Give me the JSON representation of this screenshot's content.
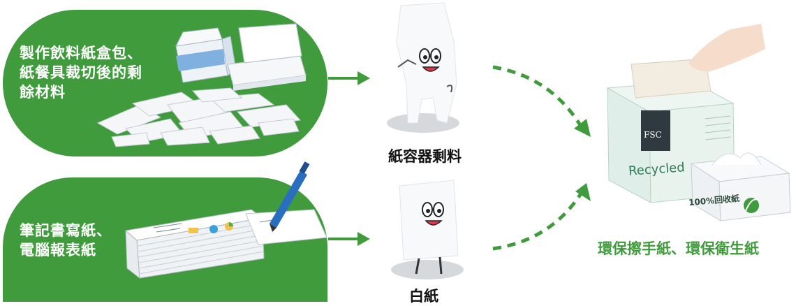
{
  "sources": {
    "top_text": "製作飲料紙盒包、\n紙餐具裁切後的剩\n餘材料",
    "bottom_text": "筆記書寫紙、\n電腦報表紙"
  },
  "intermediates": {
    "scrap_label": "紙容器剩料",
    "white_label": "白紙"
  },
  "product": {
    "label": "環保擦手紙、環保衛生紙",
    "box_brand": "Recycled",
    "box_logo": "FSC",
    "box_badge": "100%回收紙"
  },
  "colors": {
    "green": "#3f9b3c",
    "box": "#dfeee8"
  },
  "icons": [
    "arrow-right-icon",
    "dashed-arrow-icon",
    "fsc-logo-icon",
    "leaf-icon"
  ]
}
